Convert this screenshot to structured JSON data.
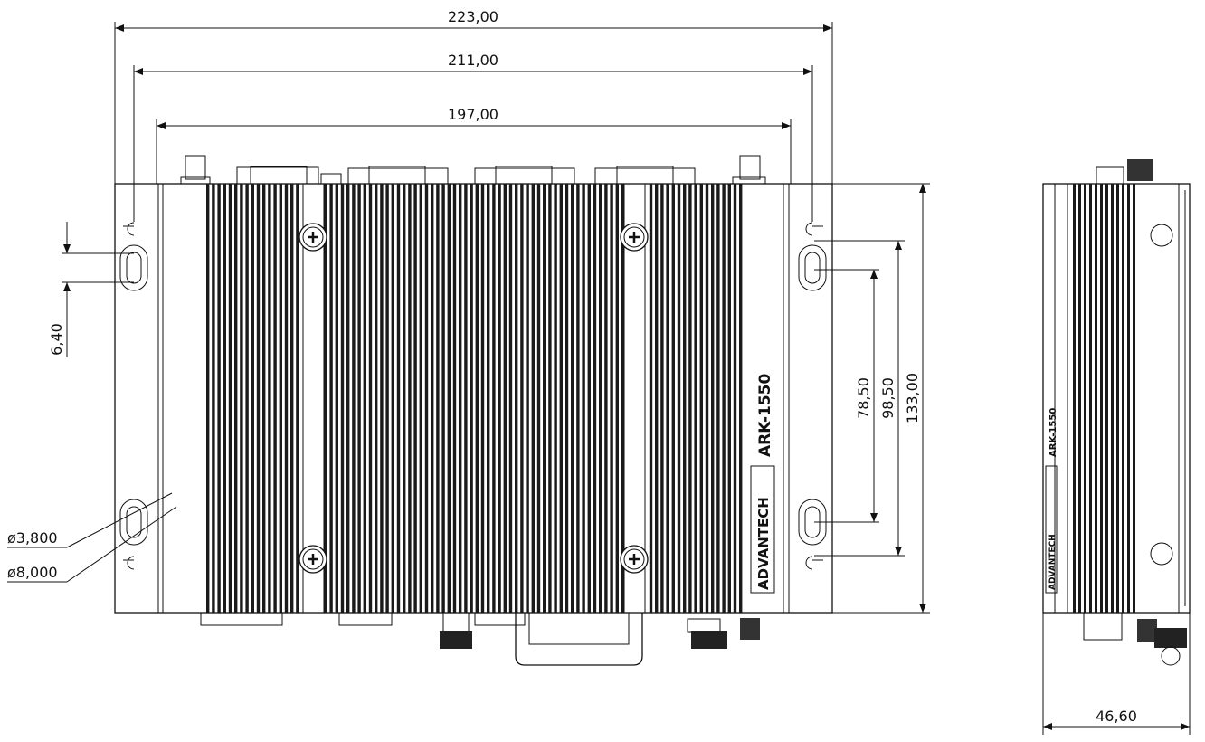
{
  "drawing": {
    "front_view": {
      "model_label": "ARK-1550",
      "brand_logo": "ADVANTECH",
      "dimensions": {
        "overall_width": "223,00",
        "bracket_hole_span": "211,00",
        "body_width": "197,00",
        "overall_height": "133,00",
        "outer_slot_span": "98,50",
        "inner_slot_span": "78,50",
        "slot_length": "6,40",
        "slot_small_diameter": "ø3,800",
        "slot_large_diameter": "ø8,000"
      }
    },
    "side_view": {
      "model_label": "ARK-1550",
      "brand_logo": "ADVANTECH",
      "dimensions": {
        "depth": "46,60"
      }
    },
    "colors": {
      "line": "#111111",
      "background": "#ffffff"
    }
  }
}
